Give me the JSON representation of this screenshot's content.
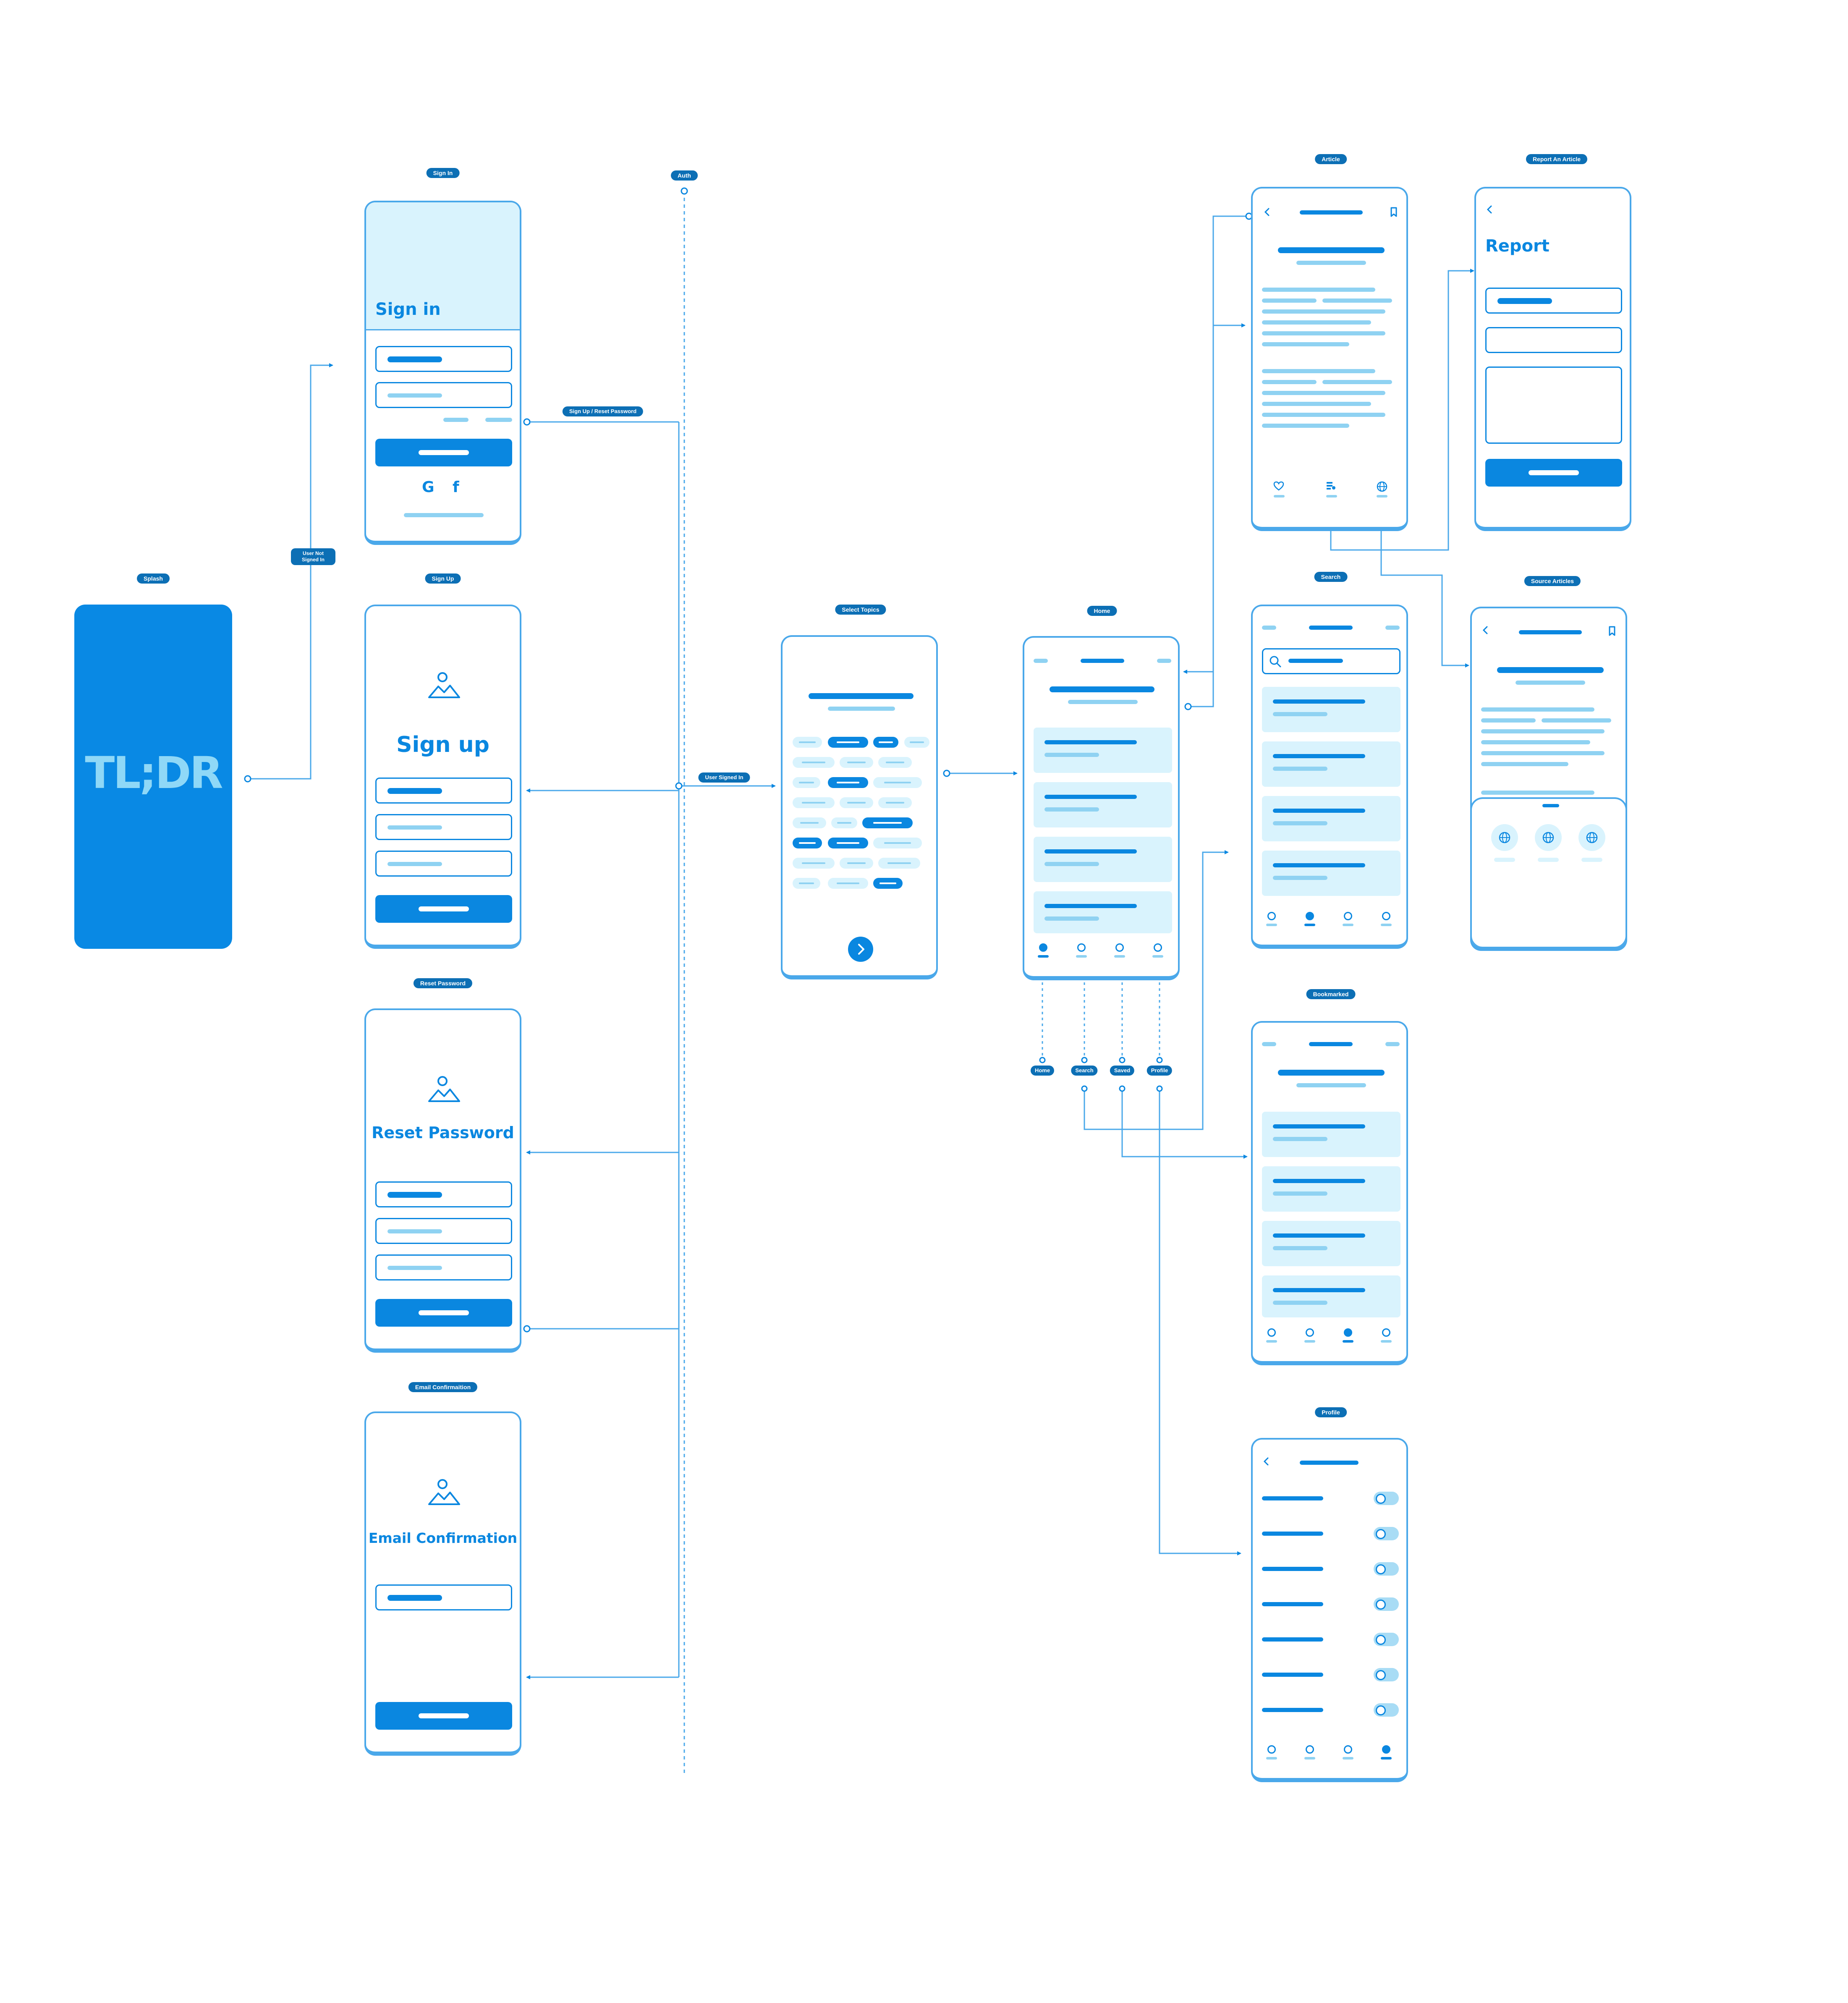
{
  "labels": {
    "splash": "Splash",
    "sign_in": "Sign In",
    "sign_up": "Sign Up",
    "reset_password": "Reset Password",
    "email_confirmation": "Email Confirmaition",
    "auth": "Auth",
    "select_topics": "Select Topics",
    "home": "Home",
    "article": "Article",
    "report_article": "Report  An Article",
    "search": "Search",
    "source_articles": "Source Articles",
    "bookmarked": "Bookmarked",
    "profile": "Profile"
  },
  "connectors": {
    "user_not_signed_in": "User Not Signed In",
    "sign_up_reset": "Sign Up / Reset Password",
    "user_signed_in": "User Signed In",
    "nav_home": "Home",
    "nav_search": "Search",
    "nav_saved": "Saved",
    "nav_profile": "Profile"
  },
  "screens": {
    "splash_logo": "TL;DR",
    "sign_in_title": "Sign in",
    "sign_up_title": "Sign up",
    "reset_title": "Reset Password",
    "email_title": "Email Confirmation",
    "report_title": "Report"
  },
  "social": {
    "google": "G",
    "facebook": "f"
  },
  "colors": {
    "primary": "#0a87e0",
    "outline": "#4aa8ea",
    "light": "#8fd2f2",
    "fill": "#d9f3fd",
    "splash_bg": "#0989e4",
    "tag_bg": "#0c6fb5"
  }
}
